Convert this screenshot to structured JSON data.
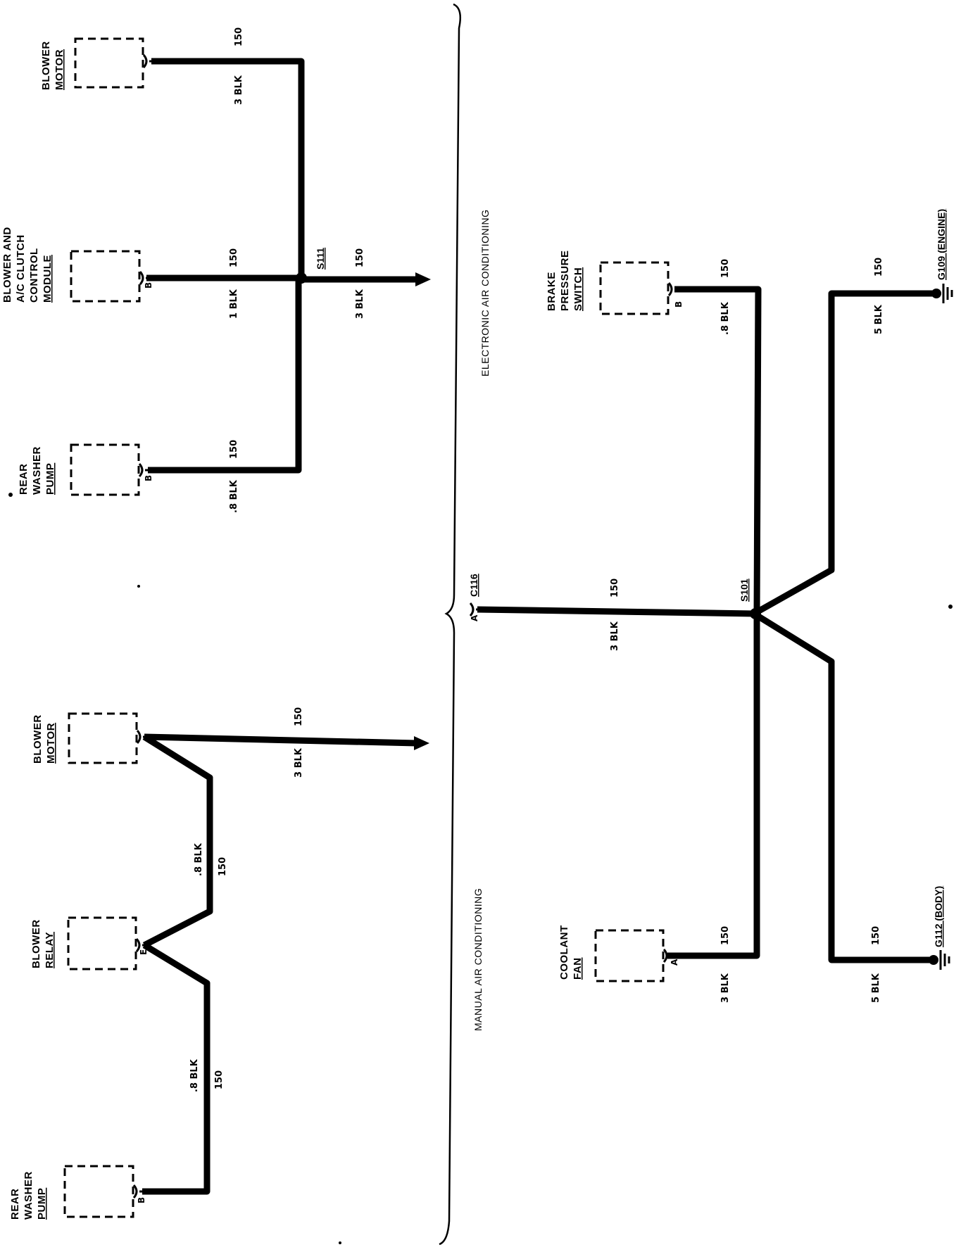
{
  "sections": {
    "electronic": "ELECTRONIC AIR CONDITIONING",
    "manual": "MANUAL AIR CONDITIONING"
  },
  "components": {
    "blower_motor_top": [
      "BLOWER",
      "MOTOR"
    ],
    "blower_ac_module": [
      "BLOWER AND",
      "A/C CLUTCH",
      "CONTROL",
      "MODULE"
    ],
    "rear_washer_pump_top": [
      "REAR",
      "WASHER",
      "PUMP"
    ],
    "blower_motor_bottom": [
      "BLOWER",
      "MOTOR"
    ],
    "blower_relay": [
      "BLOWER",
      "RELAY"
    ],
    "rear_washer_pump_bottom": [
      "REAR",
      "WASHER",
      "PUMP"
    ],
    "brake_pressure_switch": [
      "BRAKE",
      "PRESSURE",
      "SWITCH"
    ],
    "coolant_fan": [
      "COOLANT",
      "FAN"
    ]
  },
  "pins": {
    "module": "B",
    "washer_top": "B",
    "relay": "E",
    "washer_bottom": "B",
    "brake": "B",
    "coolant": "A",
    "c116": "A"
  },
  "splices": {
    "s111": "S111",
    "s101": "S101",
    "c116": "C116"
  },
  "grounds": {
    "g109": "G109 (ENGINE)",
    "g112": "G112 (BODY)"
  },
  "wire_labels": {
    "circuit": "150",
    "blk_3": "3 BLK",
    "blk_1": "1 BLK",
    "blk_08": ".8 BLK",
    "blk_5": "5 BLK"
  }
}
